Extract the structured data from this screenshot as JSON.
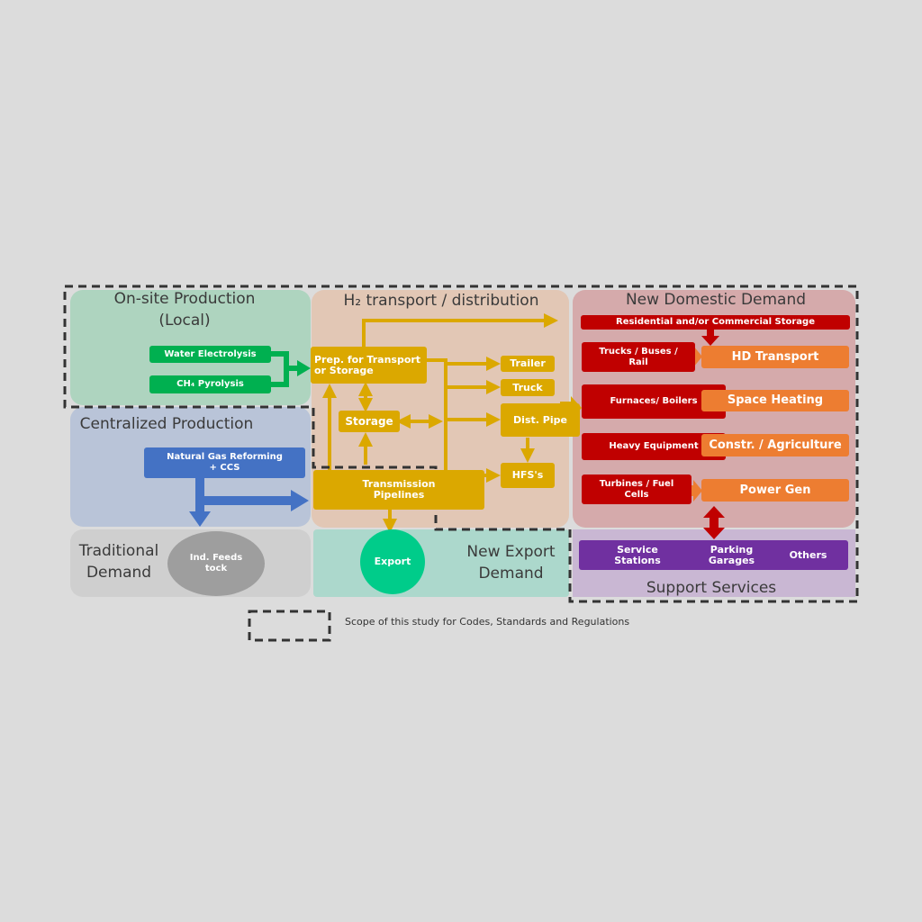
{
  "panels": {
    "onsite": "On-site Production\n(Local)",
    "centralized": "Centralized Production",
    "traditional": "Traditional Demand",
    "transport": "H₂ transport / distribution",
    "export": "New Export Demand",
    "domestic": "New Domestic Demand",
    "support": "Support Services"
  },
  "onsite": {
    "electrolysis": "Water Electrolysis",
    "pyrolysis": "CH₄ Pyrolysis"
  },
  "centralized": {
    "reforming": "Natural Gas Reforming + CCS"
  },
  "traditional": {
    "feedstock": "Ind. Feeds tock"
  },
  "transport": {
    "prep": "Prep. for Transport or Storage",
    "storage": "Storage",
    "pipelines": "Transmission Pipelines",
    "trailer": "Trailer",
    "truck": "Truck",
    "dist_pipe": "Dist. Pipe",
    "hfs": "HFS's"
  },
  "export": {
    "circle": "Export"
  },
  "domestic": {
    "residential": "Residential and/or Commercial Storage",
    "sources": [
      "Trucks / Buses / Rail",
      "Furnaces/ Boilers",
      "Heavy Equipment",
      "Turbines / Fuel Cells"
    ],
    "uses": [
      "HD Transport",
      "Space Heating",
      "Constr. / Agriculture",
      "Power Gen"
    ]
  },
  "support": {
    "items": [
      "Service Stations",
      "Parking Garages",
      "Others"
    ]
  },
  "legend": {
    "label": "Scope of this study for Codes, Standards and Regulations"
  }
}
